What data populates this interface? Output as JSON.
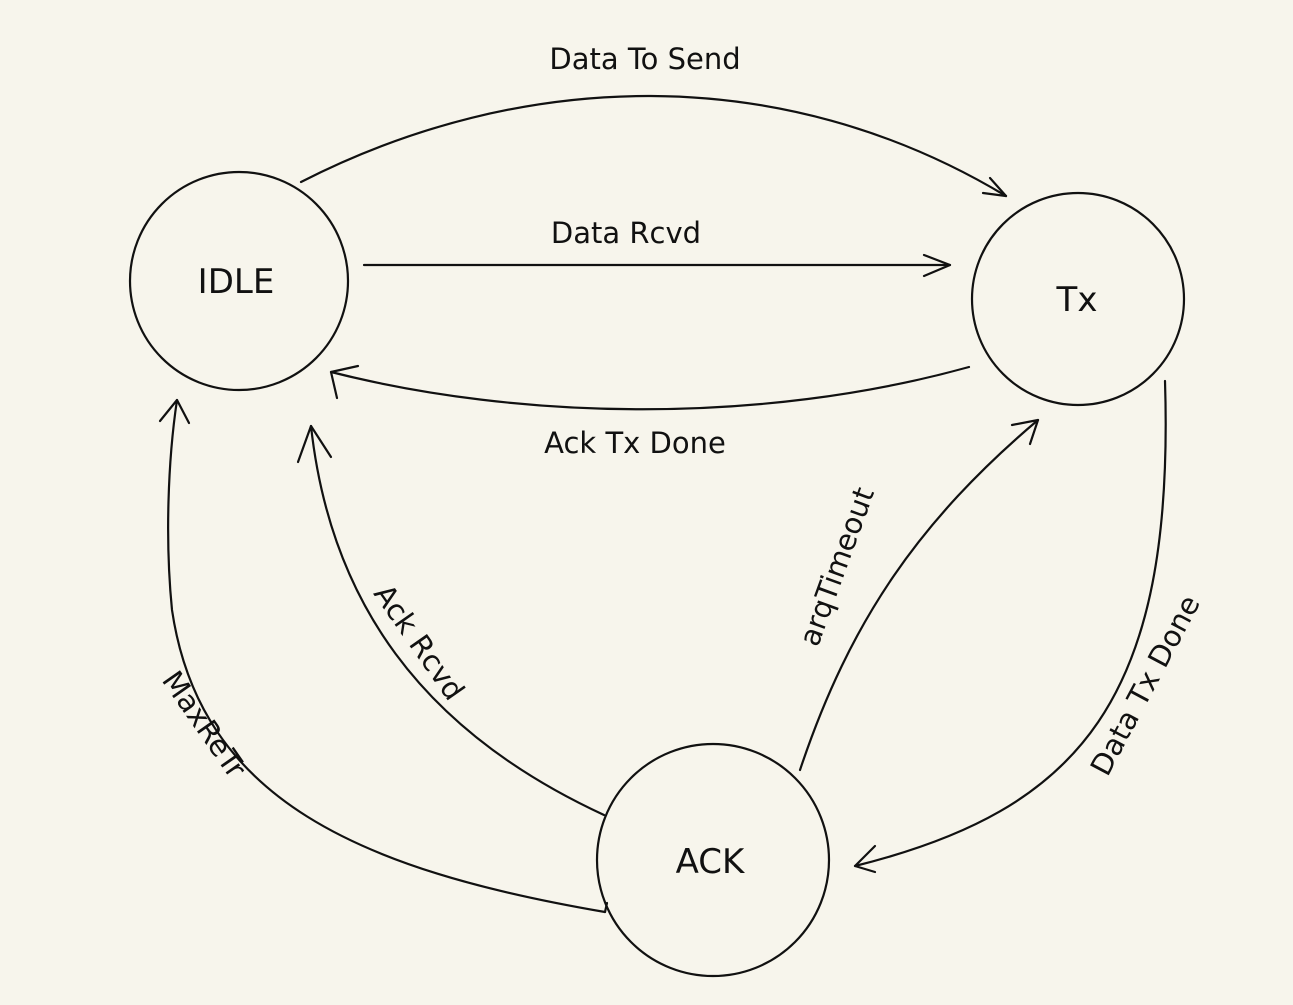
{
  "diagram": {
    "colors": {
      "background": "#f7f5ec",
      "stroke": "#111111",
      "text": "#111111"
    },
    "states": {
      "idle": "IDLE",
      "tx": "Tx",
      "ack": "ACK"
    },
    "transitions": {
      "data_to_send": "Data To Send",
      "data_rcvd": "Data Rcvd",
      "ack_tx_done": "Ack Tx Done",
      "arq_timeout": "arqTimeout",
      "data_tx_done": "Data Tx Done",
      "ack_rcvd": "Ack Rcvd",
      "max_re_tr": "MaxReTr"
    }
  }
}
